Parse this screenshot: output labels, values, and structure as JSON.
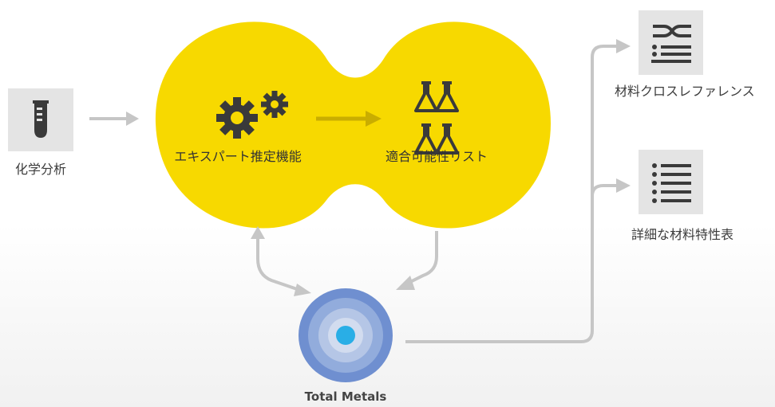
{
  "nodes": {
    "chemical_analysis": {
      "label": "化学分析",
      "icon": "test-tube-icon"
    },
    "expert_estimation": {
      "label": "エキスパート推定機能",
      "icon": "gears-icon"
    },
    "compatible_list": {
      "label": "適合可能性リスト",
      "icon": "flasks-icon"
    },
    "database": {
      "label": "Total Metals",
      "icon": "target-icon"
    },
    "cross_reference": {
      "label": "材料クロスレファレンス",
      "icon": "shuffle-list-icon"
    },
    "properties": {
      "label": "詳細な材料特性表",
      "icon": "list-icon"
    }
  },
  "colors": {
    "blob": "#f7d900",
    "arrow_gray": "#c6c6c6",
    "arrow_dark": "#c9ad00",
    "icon_dark": "#3a3a3a",
    "tile_bg": "#e4e4e4",
    "target_outer": "#6f8fd0",
    "target_mid": "#92acdc",
    "target_inner": "#b5c6e6",
    "target_core": "#d2dcef",
    "target_dot": "#29aee6"
  }
}
